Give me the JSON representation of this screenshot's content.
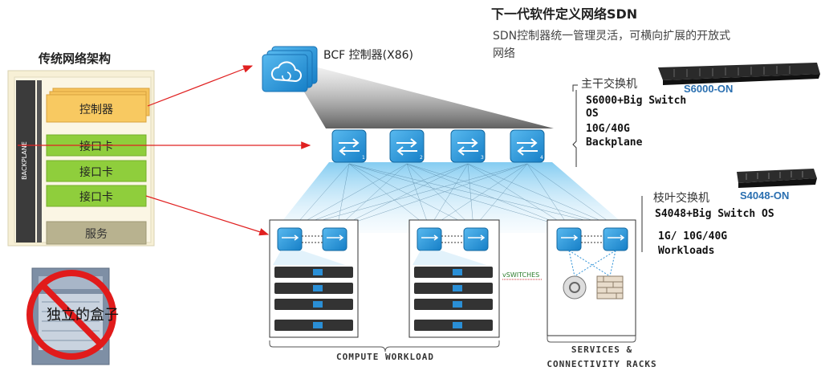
{
  "title": "下一代软件定义网络SDN",
  "subtitle": "SDN控制器统一管理灵活，可横向扩展的开放式网络",
  "legacy": {
    "title": "传统网络架构",
    "backplane_label": "BACKPLANE",
    "controller_card": "控制器",
    "interface_cards": [
      "接口卡",
      "接口卡",
      "接口卡"
    ],
    "service_card": "服务",
    "standalone_label": "独立的盒子"
  },
  "controller": {
    "label": "BCF 控制器(X86)"
  },
  "spine": {
    "title": "主干交换机",
    "model": "S6000-ON",
    "spec_lines": [
      "S6000+Big Switch",
      "OS",
      "10G/40G",
      "Backplane"
    ],
    "switch_numbers": [
      "1",
      "2",
      "3",
      "4"
    ]
  },
  "leaf": {
    "title": "枝叶交换机",
    "model": "S4048-ON",
    "spec_lines": [
      "S4048+Big Switch OS",
      "1G/ 10G/40G",
      "Workloads"
    ]
  },
  "vswitches_label": "vSWITCHES",
  "compute_label": "COMPUTE WORKLOAD",
  "services_label": [
    "SERVICES &",
    "CONNECTIVITY RACKS"
  ],
  "colors": {
    "accent_blue": "#1f8fd6",
    "card_green": "#8fce3c",
    "card_orange": "#f6c35a",
    "card_grey": "#b8b28f",
    "arrow_red": "#e02020"
  }
}
